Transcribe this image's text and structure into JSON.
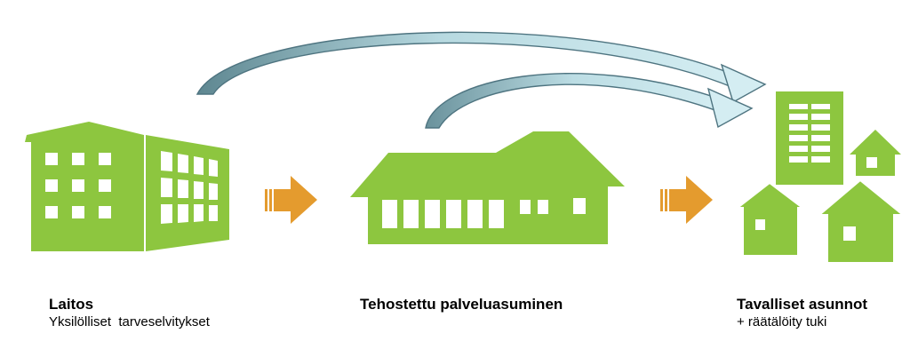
{
  "colors": {
    "building_green": "#8DC63F",
    "window_white": "#FFFFFF",
    "arrow_orange": "#E49B2E",
    "curve_arrow_light": "#CDE8EE",
    "curve_arrow_dark": "#5E8791"
  },
  "stages": [
    {
      "icon": "institution-building-icon",
      "title": "Laitos",
      "subtitle": "Yksilölliset  tarveselvitykset"
    },
    {
      "icon": "service-housing-building-icon",
      "title": "Tehostettu palveluasuminen",
      "subtitle": ""
    },
    {
      "icon": "ordinary-homes-icon",
      "title": "Tavalliset asunnot",
      "subtitle": "+ räätälöity tuki"
    }
  ]
}
